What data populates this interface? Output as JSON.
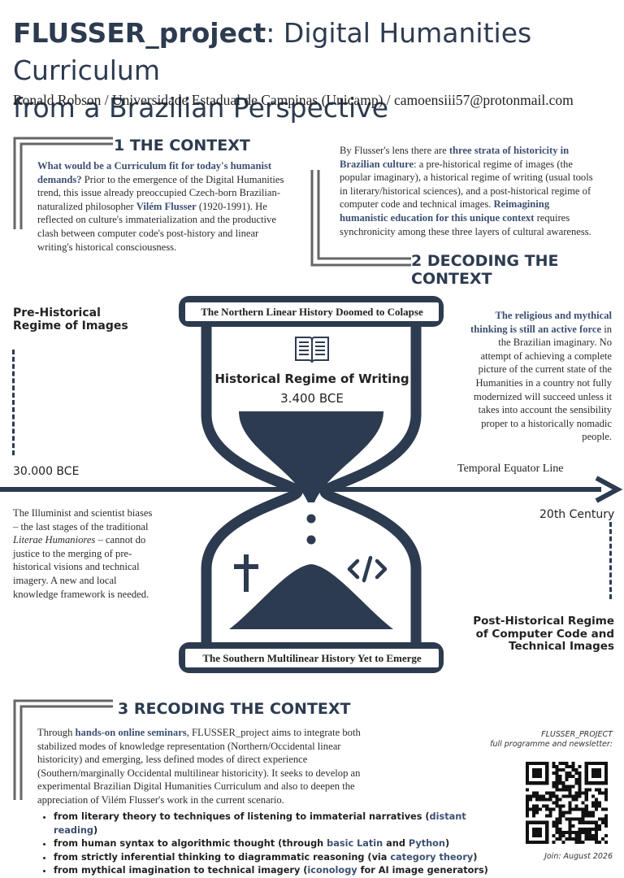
{
  "header": {
    "title_brand": "FLUSSER_project",
    "title_rest_1": ": Digital Humanities Curriculum",
    "title_rest_2": "from a Brazilian Perspective",
    "byline": "Ronald Robson / Universidade Estadual de Campinas (Unicamp) / camoensiii57@protonmail.com"
  },
  "context": {
    "heading": "1 THE CONTEXT",
    "q_hl": "What would be a Curriculum fit for today's humanist demands?",
    "q_rest_1": " Prior to the emergence of the Digital Humanities trend, this issue already preoccupied Czech-born Brazilian-naturalized philosopher ",
    "name_hl": "Vilém Flusser",
    "q_rest_2": " (1920-1991). He reflected on culture's immaterialization and the productive clash between computer code's post-history and linear writing's historical consciousness."
  },
  "decoding": {
    "heading": "2 DECODING THE CONTEXT",
    "p1": "By Flusser's lens there are ",
    "hl1": "three strata of historicity in Brazilian culture",
    "p2": ": a pre-historical regime of images (the popular imaginary), a historical regime of writing (usual tools in literary/historical sciences), and a post-historical regime of computer code and technical images.",
    "hl2": " Reimagining humanistic education for this unique context",
    "p3": " requires synchronicity among these three layers of cultural awareness."
  },
  "diagram": {
    "pre_regime_1": "Pre-Historical",
    "pre_regime_2": "Regime of Images",
    "northern_label": "The Northern Linear History Doomed to Colapse",
    "writing_regime": "Historical Regime of Writing",
    "writing_date": "3.400 BCE",
    "southern_label": "The Southern Multilinear History Yet to Emerge",
    "date_left": "30.000 BCE",
    "equator": "Temporal Equator Line",
    "date_right": "20th  Century",
    "post_regime_1": "Post-Historical Regime",
    "post_regime_2": "of Computer Code and",
    "post_regime_3": "Technical Images",
    "religious_hl": "The religious and mythical thinking is still an active force",
    "religious_rest": " in the Brazilian imaginary. No attempt of achieving a complete picture of the current state of the Humanities in a country not fully modernized will succeed unless it takes into account the sensibility proper to a historically nomadic people.",
    "illuminist_1": "The Illuminist and scientist biases – the last stages of the traditional ",
    "illuminist_it": "Literae Humaniores",
    "illuminist_2": " – cannot do justice to the merging of pre-historical visions and technical imagery. A new and local knowledge framework is needed.",
    "icons": {
      "book": "book-icon",
      "cross": "cross-icon",
      "code": "code-icon",
      "hourglass": "hourglass-icon"
    }
  },
  "recoding": {
    "heading": "3 RECODING THE CONTEXT",
    "p1": "Through ",
    "hl1": "hands-on online seminars",
    "p2": ", FLUSSER_project aims to integrate both stabilized modes of knowledge representation (Northern/Occidental linear historicity) and emerging, less defined modes of direct experience (Southern/marginally Occidental multilinear historicity). It seeks to develop an experimental Brazilian Digital Humanities Curriculum and also to deepen the appreciation of Vilém Flusser's work in the current scenario.",
    "bullets": [
      {
        "pre": "from literary theory to techniques of listening to immaterial narratives (",
        "hl": "distant reading",
        "post": ")"
      },
      {
        "pre": "from human syntax to algorithmic thought (through ",
        "hl": "basic Latin",
        "mid": " and ",
        "hl2": "Python",
        "post": ")"
      },
      {
        "pre": "from strictly inferential thinking to diagrammatic reasoning (via ",
        "hl": "category theory",
        "post": ")"
      },
      {
        "pre": "from mythical imagination to technical imagery (",
        "hl": "iconology",
        "post": " for AI image generators)"
      }
    ]
  },
  "qr_block": {
    "line1": "FLUSSER_PROJECT",
    "line2": "full programme and newsletter:",
    "join": "Join: August 2026"
  },
  "colors": {
    "primary": "#2d3b50",
    "highlight": "#3d4f72"
  }
}
